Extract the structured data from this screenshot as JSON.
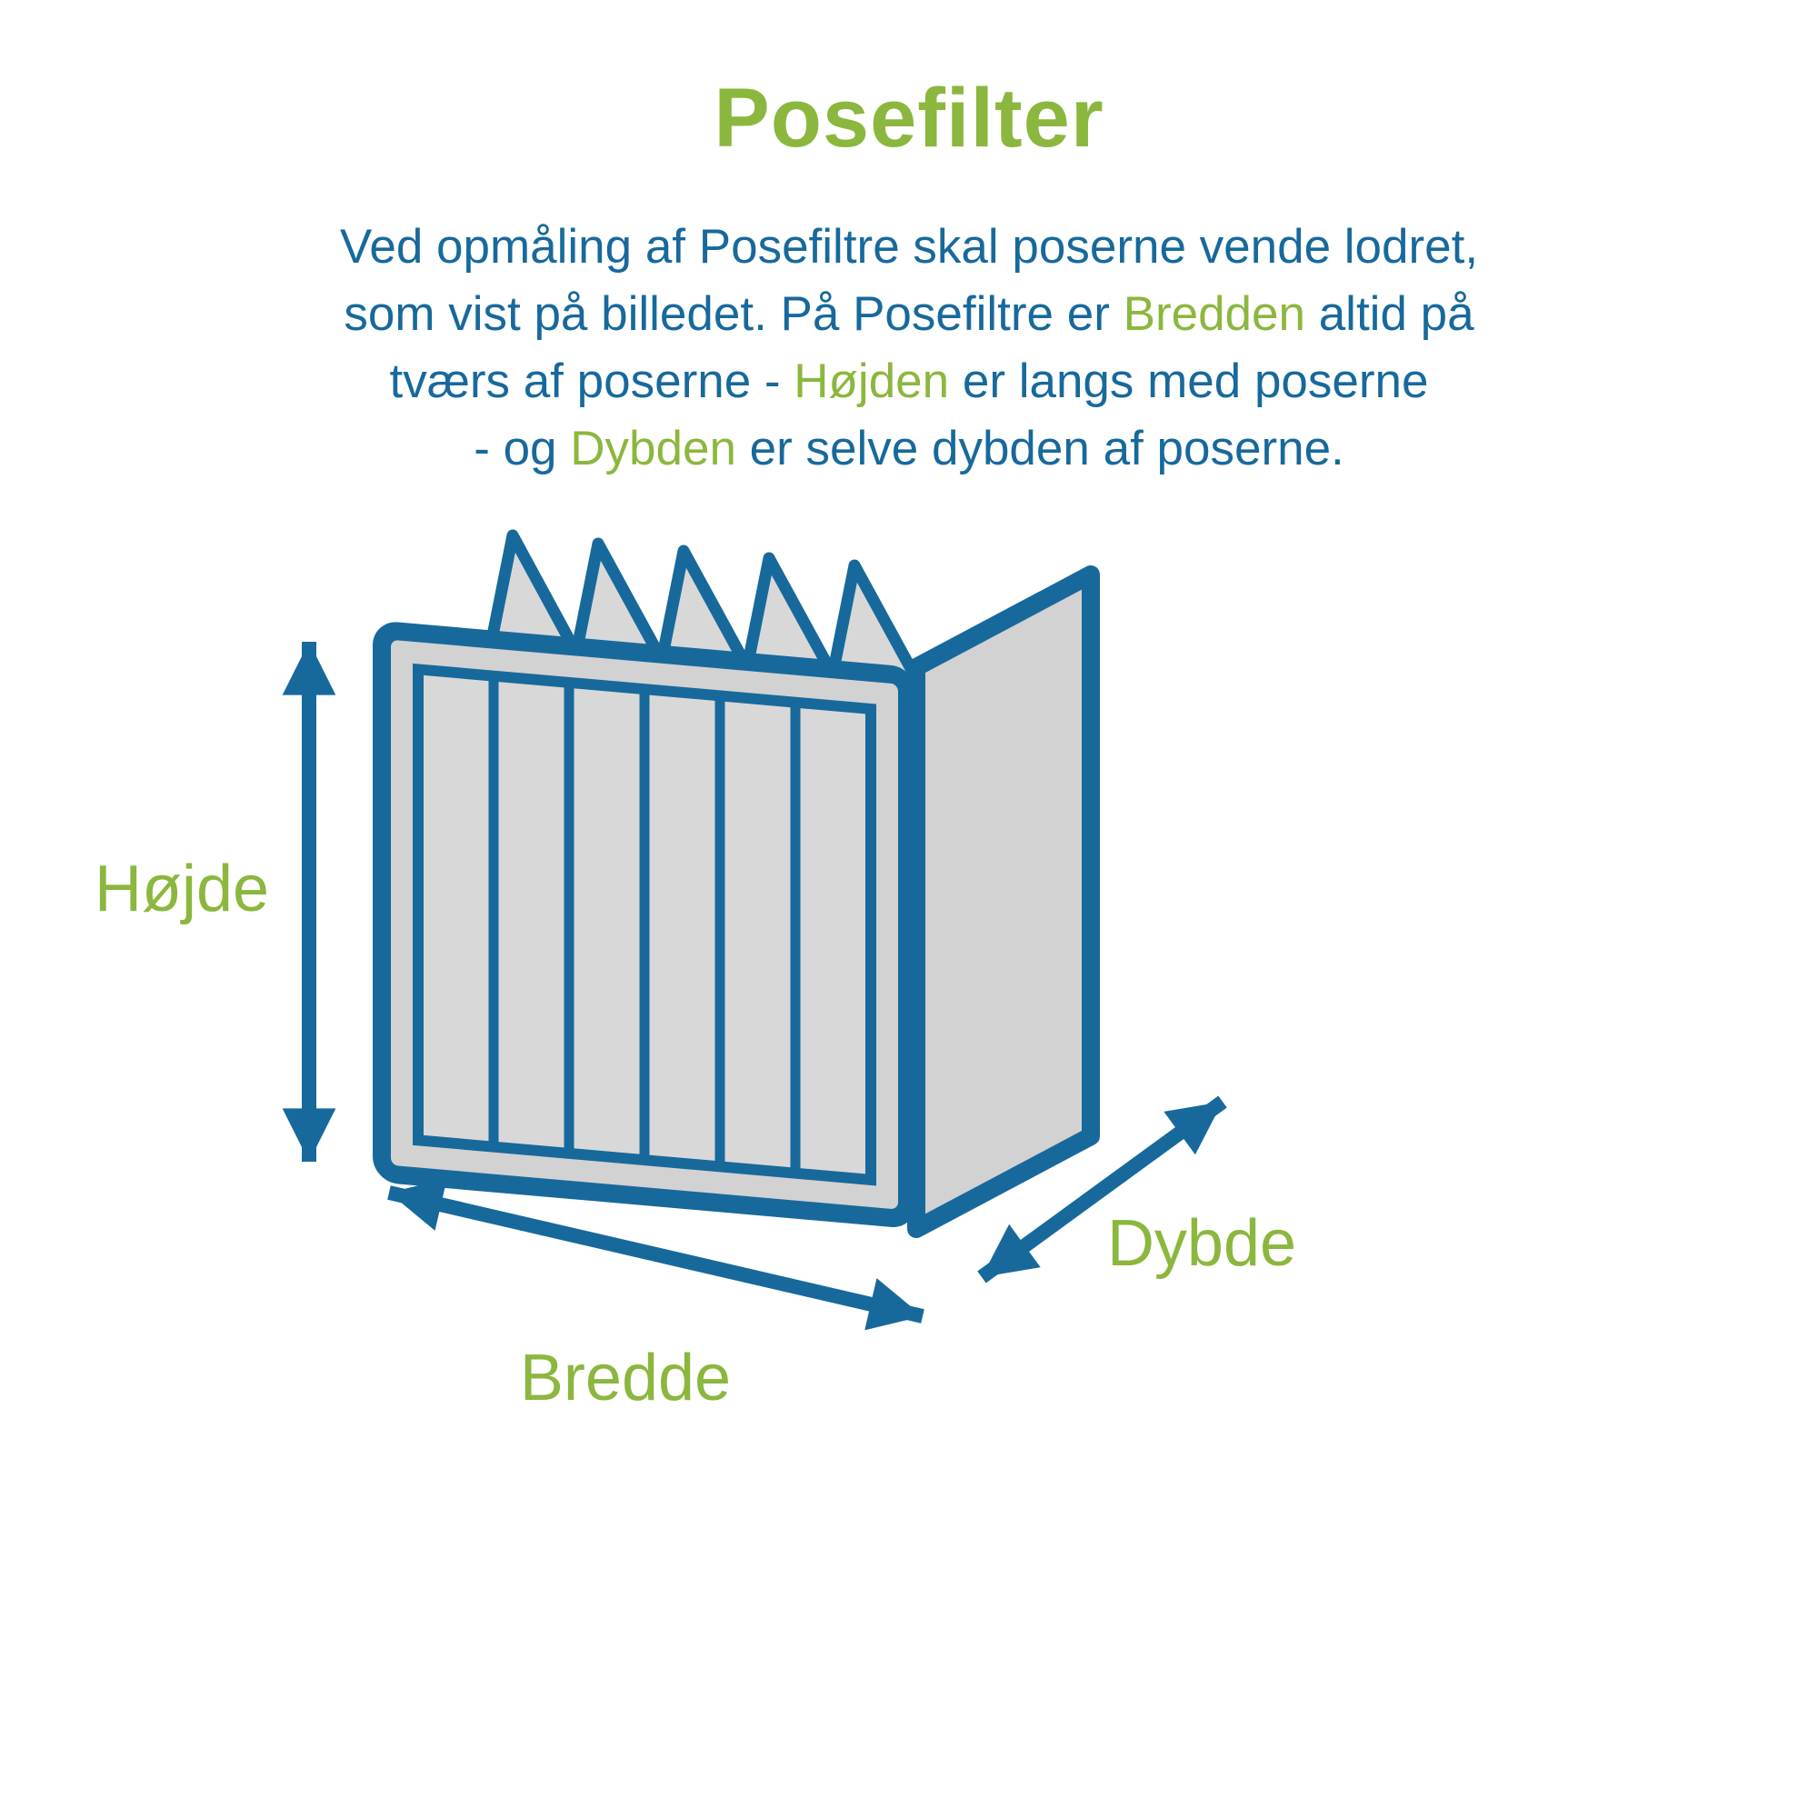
{
  "title": "Posefilter",
  "description": {
    "lines": [
      [
        {
          "text": "Ved opmåling af Posefiltre skal poserne vende lodret,",
          "color": "blue"
        }
      ],
      [
        {
          "text": "som vist på billedet. På Posefiltre er ",
          "color": "blue"
        },
        {
          "text": "Bredden",
          "color": "green"
        },
        {
          "text": " altid på",
          "color": "blue"
        }
      ],
      [
        {
          "text": "tværs af poserne - ",
          "color": "blue"
        },
        {
          "text": "Højden",
          "color": "green"
        },
        {
          "text": " er langs med poserne",
          "color": "blue"
        }
      ],
      [
        {
          "text": "- og ",
          "color": "blue"
        },
        {
          "text": "Dybden",
          "color": "green"
        },
        {
          "text": " er selve dybden af poserne.",
          "color": "blue"
        }
      ]
    ]
  },
  "diagram": {
    "labels": {
      "height": "Højde",
      "width": "Bredde",
      "depth": "Dybde"
    },
    "pocket_count": 6,
    "bag_pleat_count": 5
  },
  "colors": {
    "blue": "#17699c",
    "green": "#8bb73e",
    "gray_face": "#d2d2d2",
    "gray_panel": "#d8d8d8",
    "background": "#ffffff"
  }
}
